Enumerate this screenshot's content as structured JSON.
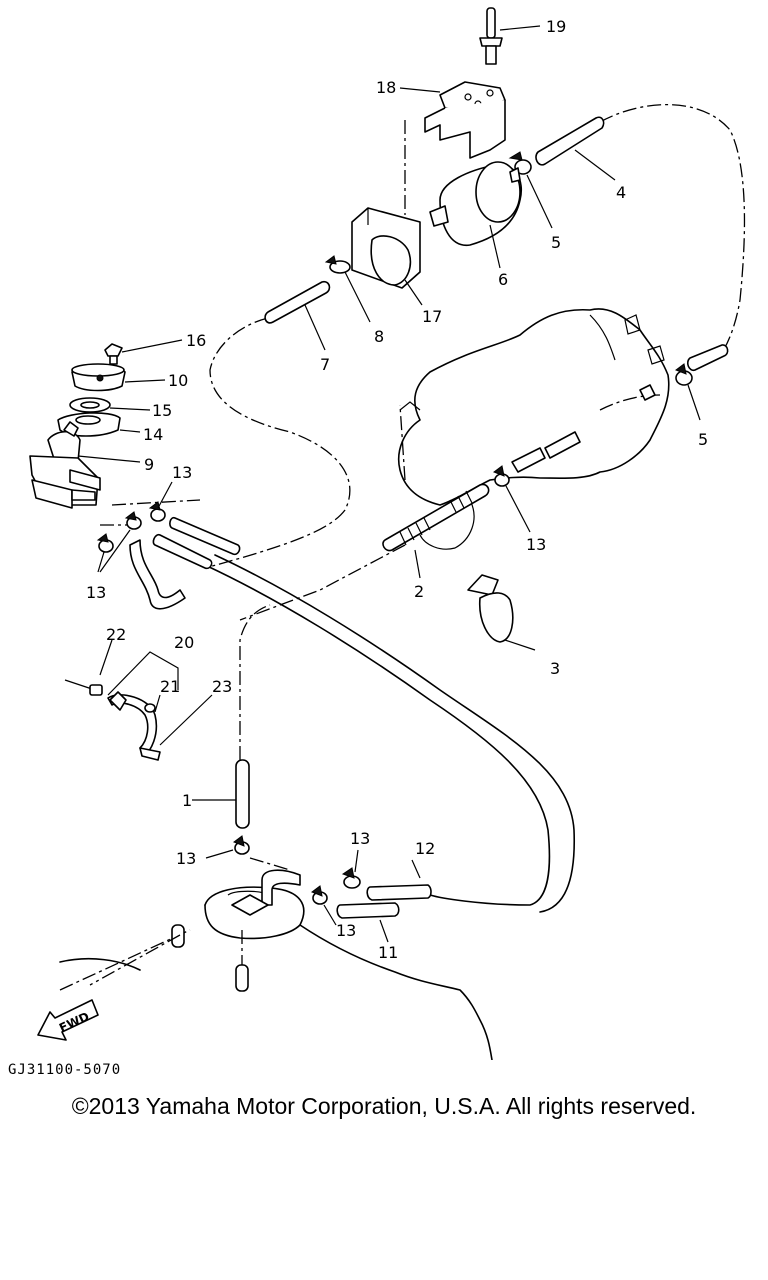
{
  "diagram": {
    "code": "GJ31100-5070",
    "copyright": "©2013 Yamaha Motor Corporation, U.S.A. All rights reserved.",
    "fwd_label": "FWD",
    "labels": {
      "l1": "1",
      "l2": "2",
      "l3": "3",
      "l4": "4",
      "l5a": "5",
      "l5b": "5",
      "l6": "6",
      "l7": "7",
      "l8": "8",
      "l9": "9",
      "l10": "10",
      "l11": "11",
      "l12": "12",
      "l13a": "13",
      "l13b": "13",
      "l13c": "13",
      "l13d": "13",
      "l13e": "13",
      "l14": "14",
      "l15": "15",
      "l16": "16",
      "l17": "17",
      "l18": "18",
      "l19": "19",
      "l20": "20",
      "l21": "21",
      "l22": "22",
      "l23": "23"
    }
  }
}
